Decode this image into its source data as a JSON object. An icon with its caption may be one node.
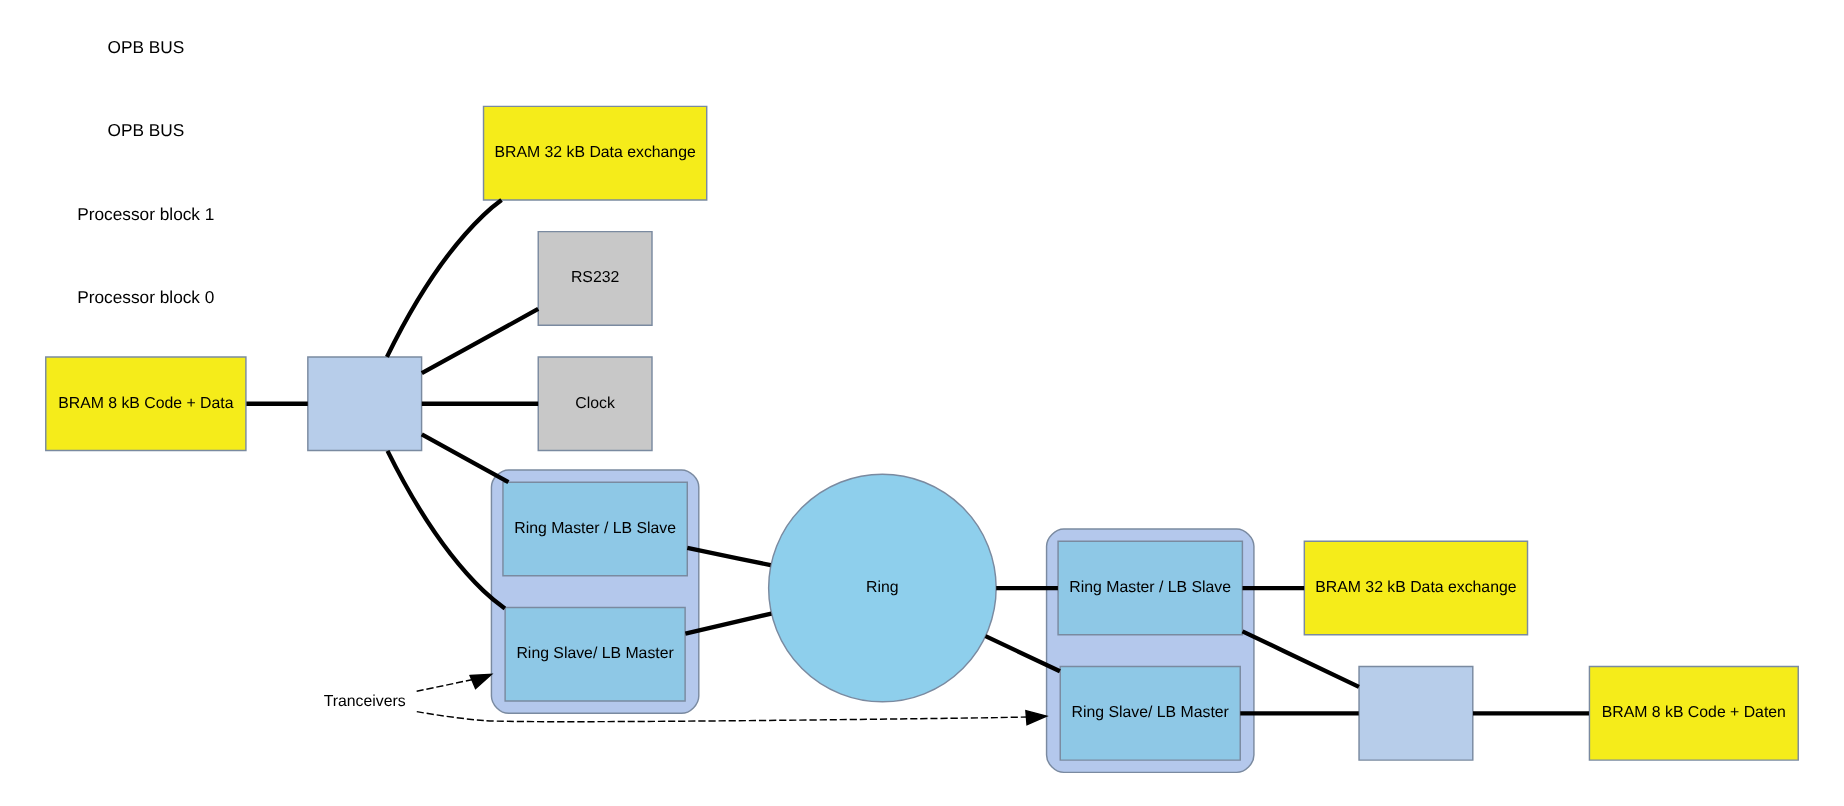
{
  "diagram": {
    "nodes": [
      {
        "text": [
          "BRAM 8 kB Code + Data"
        ]
      },
      {
        "text": [],
        "shape": "box"
      },
      {
        "text": [
          "BRAM 32 kB Data exchange"
        ]
      },
      {
        "text": [
          "RS232"
        ]
      },
      {
        "text": [
          "Clock"
        ]
      },
      {
        "text": [],
        "shape": "ellipse"
      },
      {
        "text": [
          "Ring Master / LB Slave"
        ],
        "in": 5
      },
      {
        "text": [
          "Ring Slave/ LB Master"
        ],
        "in": 5
      },
      {
        "text": [
          "Ring"
        ]
      },
      {
        "text": [],
        "shape": "ellipse"
      },
      {
        "text": [
          "Ring Master / LB Slave"
        ],
        "in": 9
      },
      {
        "text": [
          "Ring Slave/ LB Master"
        ],
        "in": 9
      },
      {
        "text": [],
        "shape": "box"
      },
      {
        "text": [
          "BRAM 8 kB Code + Daten"
        ]
      },
      {
        "text": [
          "BRAM 32 kB Data exchange"
        ]
      },
      {
        "text": [
          "Tranceivers"
        ]
      }
    ],
    "edges": [
      {
        "from": 0,
        "to": 1,
        "arrow": "none"
      },
      {
        "from": 1,
        "to": 2,
        "arrow": "none"
      },
      {
        "from": 1,
        "to": 3,
        "arrow": "none"
      },
      {
        "from": 1,
        "to": 4,
        "arrow": "none"
      },
      {
        "from": 1,
        "to": 6,
        "arrow": "none"
      },
      {
        "from": 1,
        "to": 7,
        "arrow": "none"
      },
      {
        "from": 6,
        "to": 8,
        "arrow": "none"
      },
      {
        "from": 7,
        "to": 8,
        "arrow": "none"
      },
      {
        "from": 8,
        "to": 10,
        "arrow": "none"
      },
      {
        "from": 8,
        "to": 11,
        "arrow": "none"
      },
      {
        "from": 12,
        "to": 13,
        "arrow": "none"
      },
      {
        "from": 10,
        "to": 12,
        "arrow": "none"
      },
      {
        "from": 10,
        "to": 14,
        "arrow": "none"
      },
      {
        "from": 11,
        "to": 12,
        "arrow": "none"
      },
      {
        "from": 15,
        "to": 5,
        "arrow": "to",
        "style": "dashed"
      },
      {
        "from": 15,
        "to": 9,
        "arrow": "to",
        "style": "dashed"
      }
    ],
    "labels": [
      "Processor block 0",
      "Processor block 1",
      "OPB BUS",
      "OPB BUS"
    ]
  }
}
